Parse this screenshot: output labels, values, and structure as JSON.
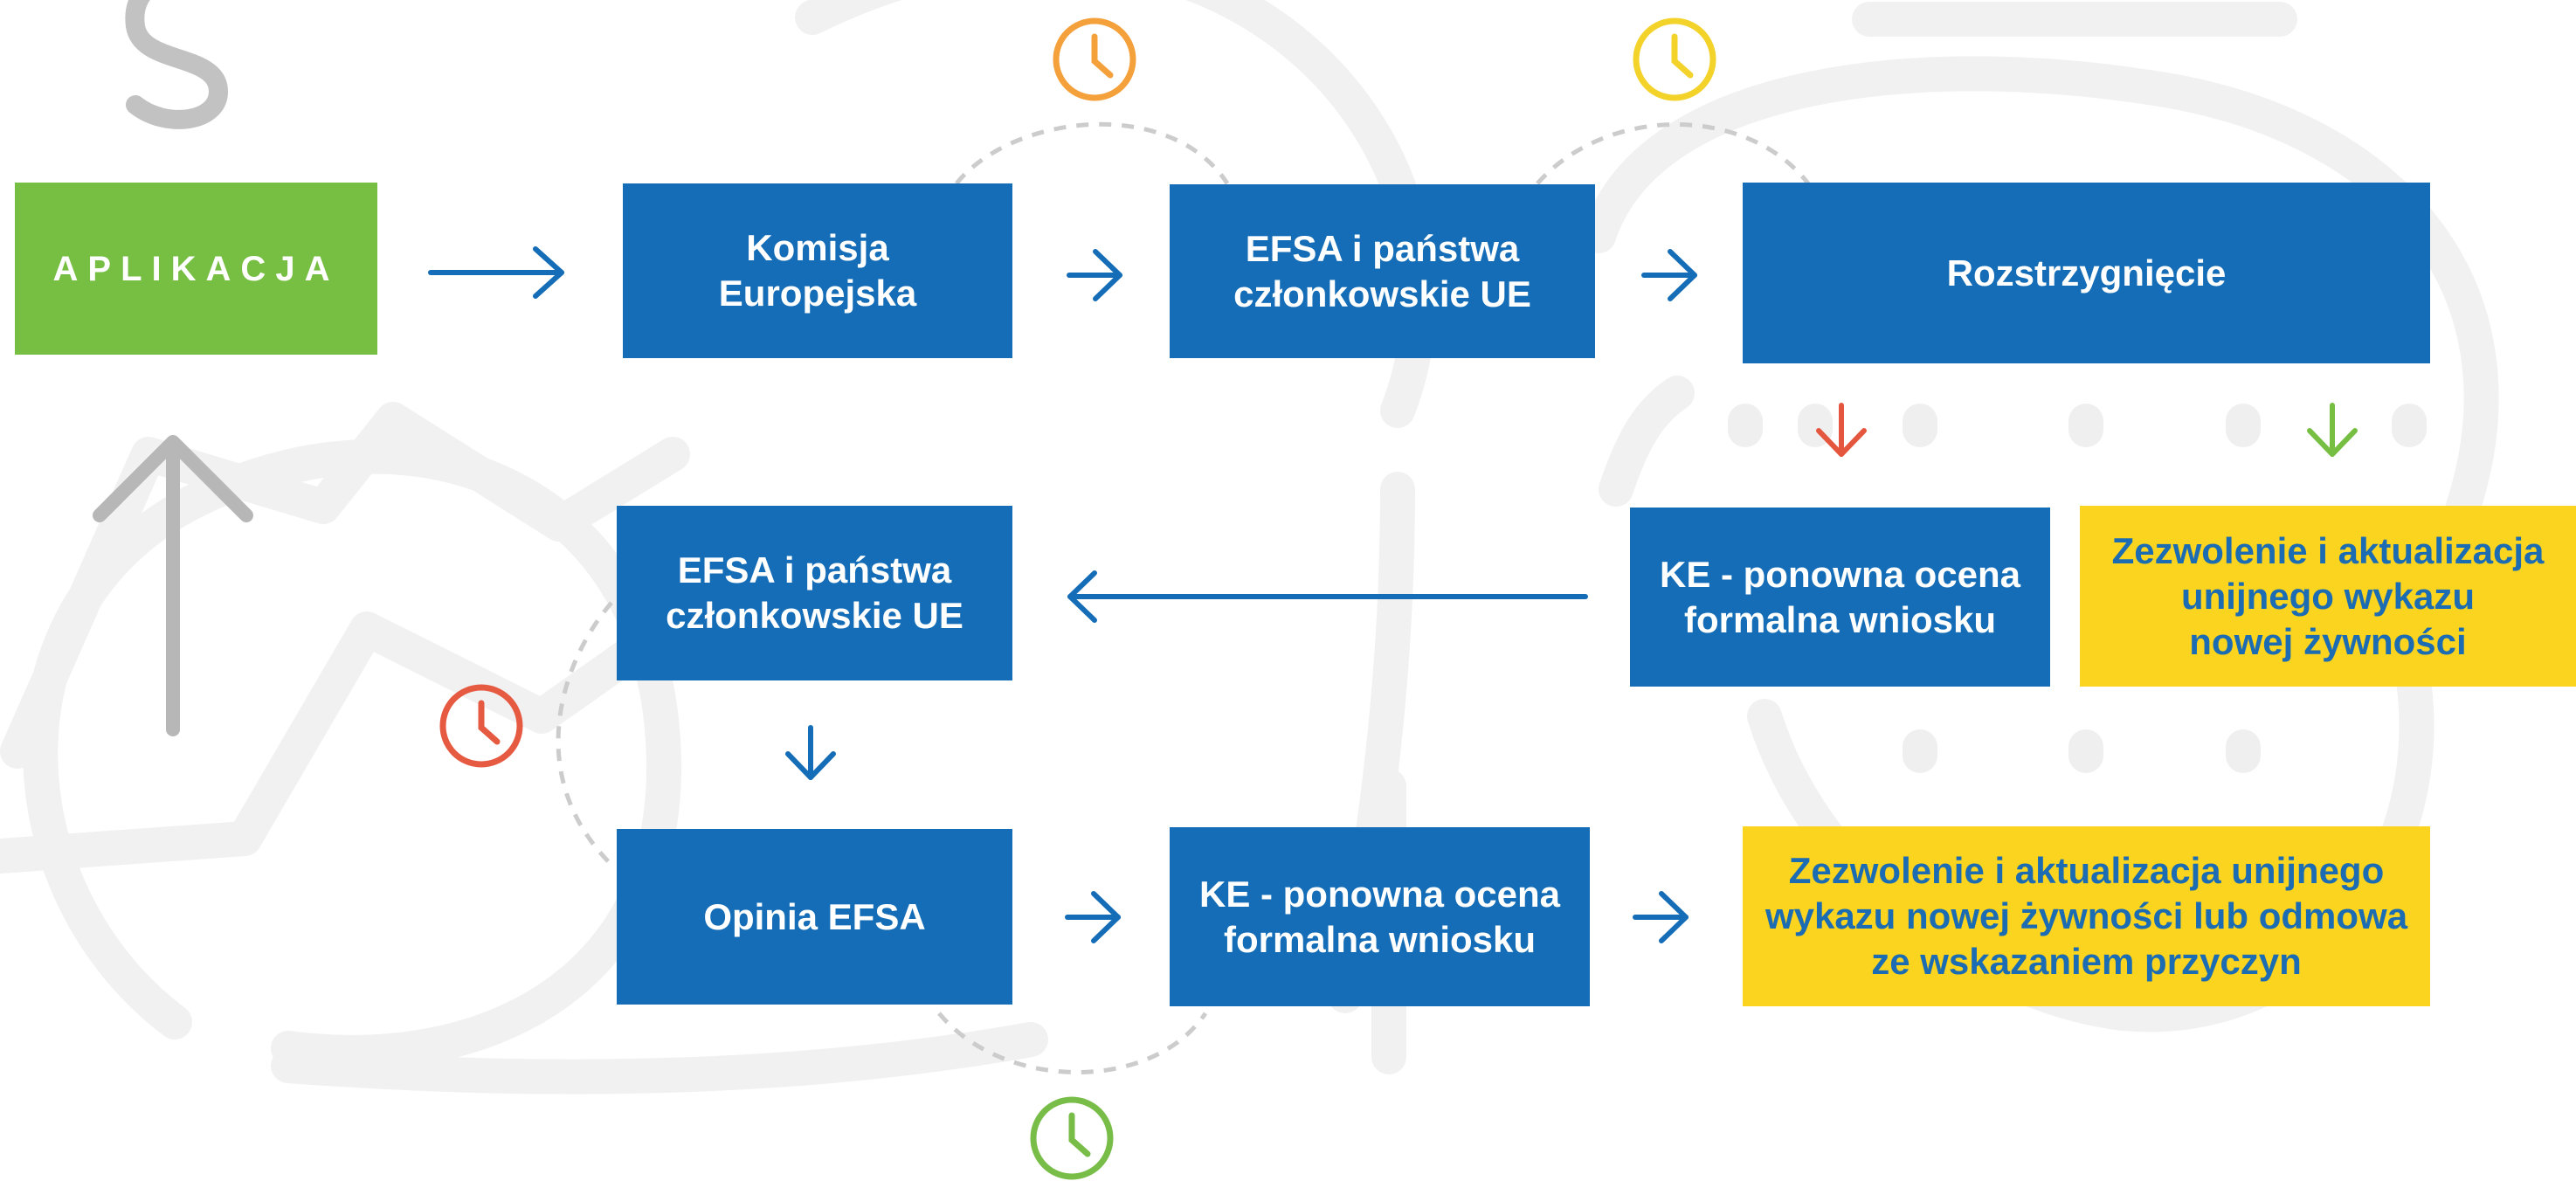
{
  "diagram": {
    "colors": {
      "blue": "#146db6",
      "yellow": "#fad41f",
      "green": "#77bf43",
      "red_arrow": "#e5563f",
      "green_arrow": "#77bf43",
      "clock_orange": "#f4a03b",
      "clock_yellow": "#f3d22a",
      "clock_red": "#e55a41",
      "clock_green": "#79bd49",
      "background_line": "#f1f1f1"
    },
    "nodes": {
      "aplikacja": "APLIKACJA",
      "komisja": "Komisja\nEuropejska",
      "efsa_panstwa_top": "EFSA i państwa\nczłonkowskie UE",
      "rozstrzygniecie": "Rozstrzygnięcie",
      "efsa_panstwa_mid": "EFSA i państwa\nczłonkowskie UE",
      "ke_ponowna_mid": "KE - ponowna ocena\nformalna wniosku",
      "zezwolenie_mid": "Zezwolenie i aktualizacja\nunijnego wykazu\nnowej żywności",
      "opinia_efsa": "Opinia EFSA",
      "ke_ponowna_bottom": "KE - ponowna ocena\nformalna wniosku",
      "zezwolenie_bottom": "Zezwolenie i aktualizacja unijnego\nwykazu nowej żywności lub odmowa\nze wskazaniem przyczyn"
    },
    "icons": [
      "clock-icon",
      "clock-icon",
      "clock-icon",
      "clock-icon",
      "arrow-right-icon",
      "arrow-down-icon",
      "arrow-left-icon",
      "arrow-up-icon"
    ]
  }
}
